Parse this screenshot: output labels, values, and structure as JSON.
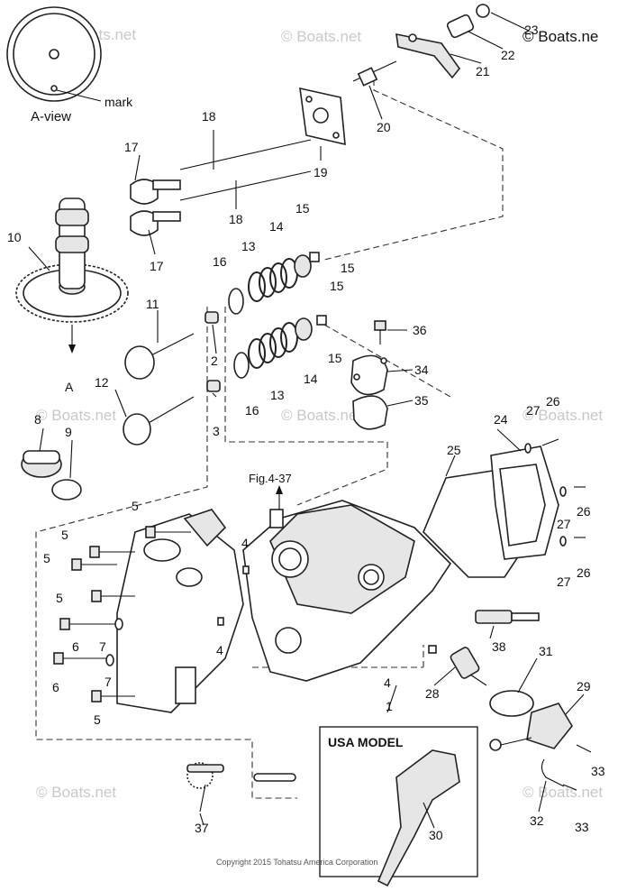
{
  "watermark": "© Boats.net",
  "watermark_top_right": "© Boats.ne",
  "view_labels": {
    "a_view": "A-view",
    "mark": "mark",
    "a_arrow": "A"
  },
  "fig_ref": "Fig.4-37",
  "usa_box_title": "USA MODEL",
  "copyright": "Copyright 2015 Tohatsu America Corporation",
  "callouts": {
    "c1": "1",
    "c2": "2",
    "c3": "3",
    "c4a": "4",
    "c4b": "4",
    "c4c": "4",
    "c5a": "5",
    "c5b": "5",
    "c5c": "5",
    "c5d": "5",
    "c5e": "5",
    "c6a": "6",
    "c6b": "6",
    "c7a": "7",
    "c7b": "7",
    "c8": "8",
    "c9": "9",
    "c10": "10",
    "c11": "11",
    "c12": "12",
    "c13a": "13",
    "c13b": "13",
    "c14a": "14",
    "c14b": "14",
    "c15a": "15",
    "c15b": "15",
    "c15c": "15",
    "c15d": "15",
    "c16a": "16",
    "c16b": "16",
    "c17a": "17",
    "c17b": "17",
    "c18a": "18",
    "c18b": "18",
    "c19": "19",
    "c20": "20",
    "c21": "21",
    "c22": "22",
    "c23": "23",
    "c24": "24",
    "c25": "25",
    "c26a": "26",
    "c26b": "26",
    "c26c": "26",
    "c27a": "27",
    "c27b": "27",
    "c27c": "27",
    "c28": "28",
    "c29": "29",
    "c30": "30",
    "c31": "31",
    "c32": "32",
    "c33a": "33",
    "c33b": "33",
    "c34": "34",
    "c35": "35",
    "c36": "36",
    "c37": "37",
    "c38": "38"
  },
  "colors": {
    "line": "#222222",
    "watermark": "#c9c9c9",
    "background": "#ffffff"
  }
}
